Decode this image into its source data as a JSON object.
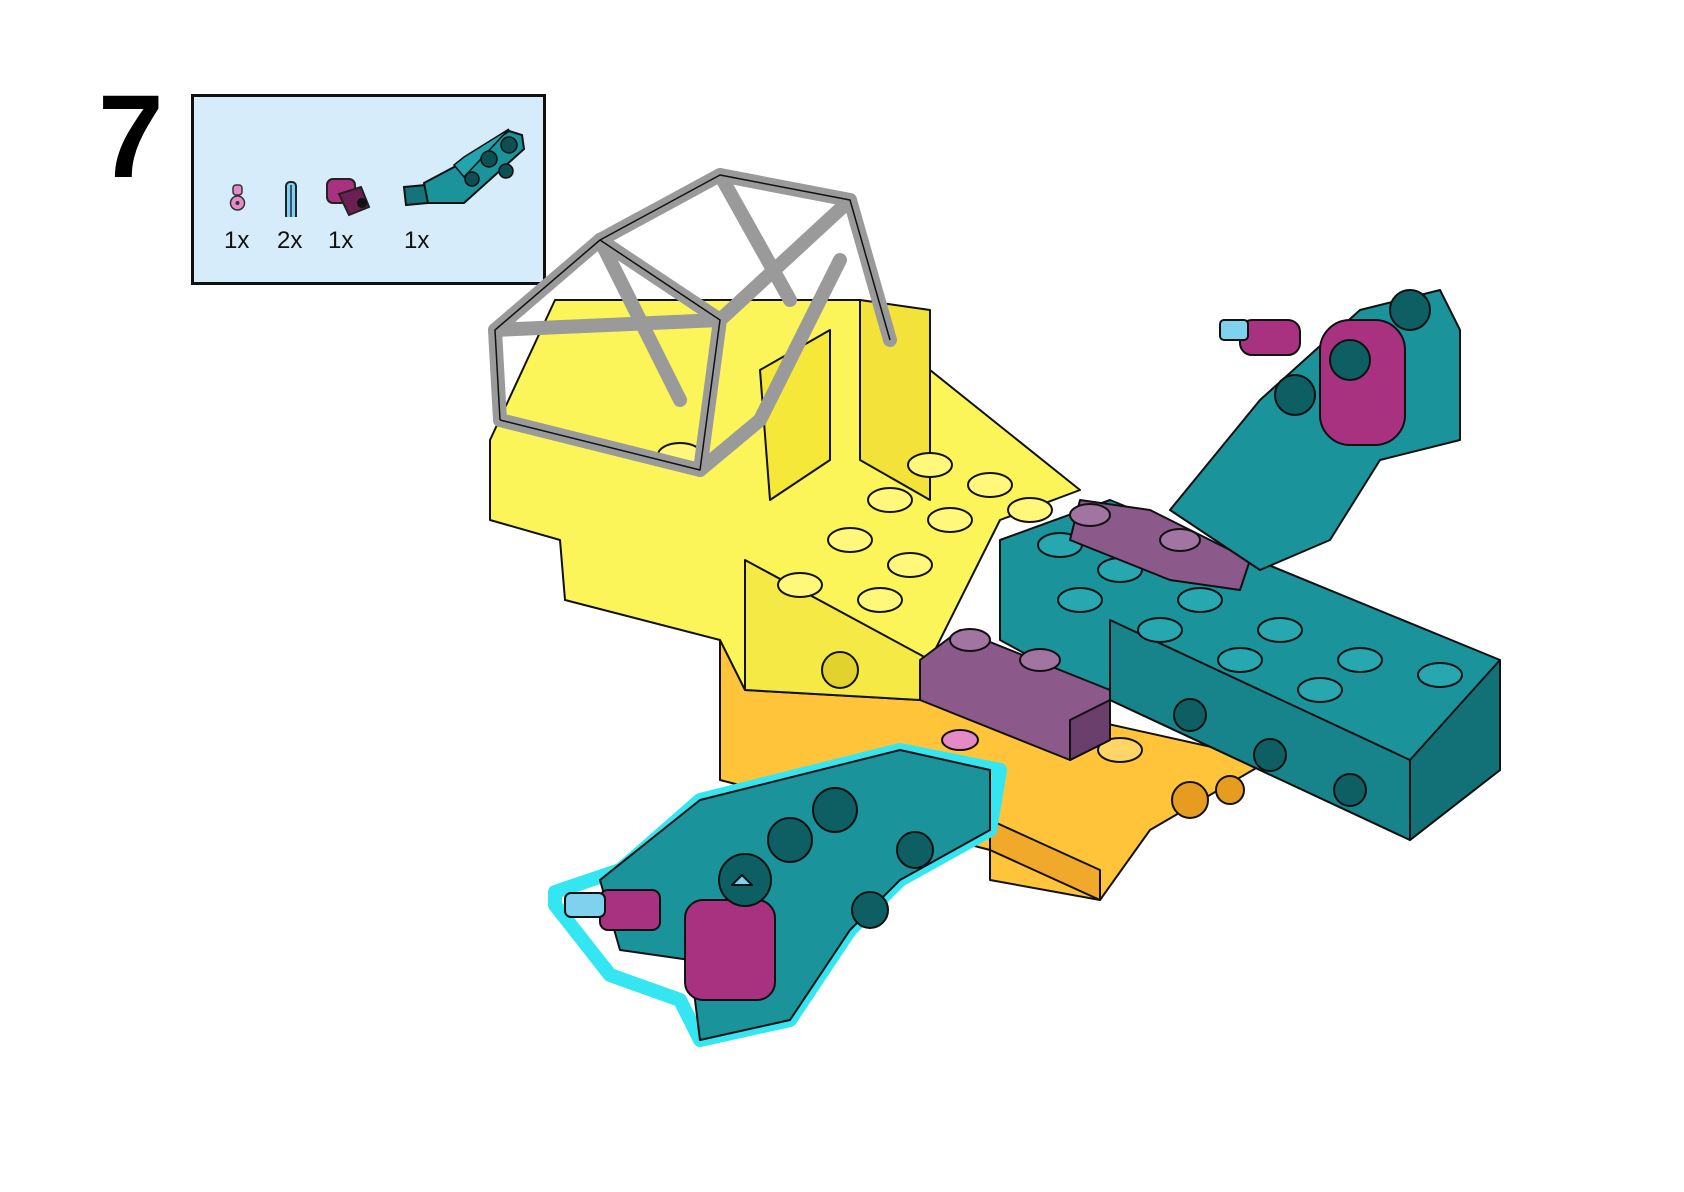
{
  "step": {
    "number": "7"
  },
  "parts_list": [
    {
      "name": "pink-connector-peg",
      "quantity": "1x",
      "color": "#e58ac6"
    },
    {
      "name": "light-blue-axle",
      "quantity": "2x",
      "color": "#7fd2ee"
    },
    {
      "name": "magenta-axle-connector",
      "quantity": "1x",
      "color": "#a8327f"
    },
    {
      "name": "teal-beam-piece",
      "quantity": "1x",
      "color": "#1b939b"
    }
  ],
  "colors": {
    "panel_background": "#d6ecfb",
    "highlight": "#33e6f2",
    "yellow_body": "#fbf55a",
    "orange_base": "#ffc43a",
    "teal": "#1b939b",
    "purple": "#8b5a8b",
    "magenta": "#a8327f",
    "gray_cage": "#c8c8c8"
  }
}
